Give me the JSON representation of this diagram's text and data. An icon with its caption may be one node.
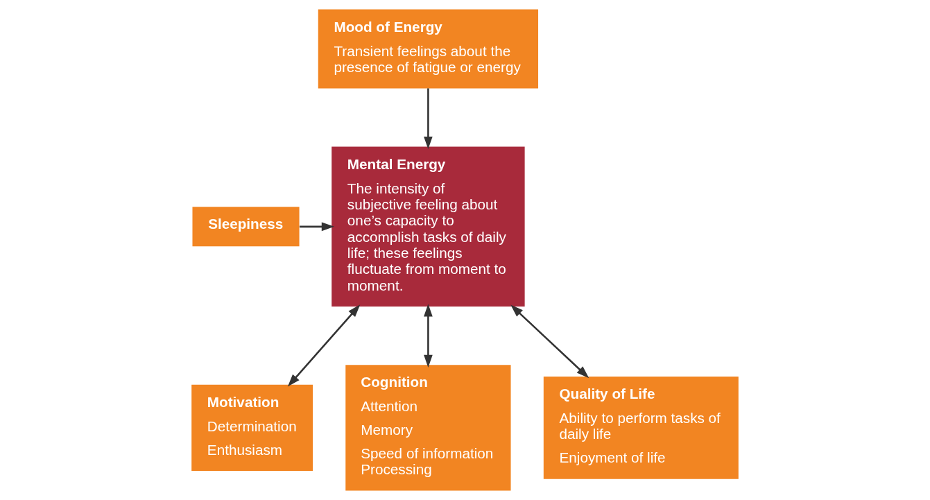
{
  "diagram": {
    "nodes": [
      {
        "text": [
          "Mental Energy",
          "The intensity of subjective feeling about one’s capacity to accomplish tasks of daily life; these feelings fluctuate from moment to moment."
        ]
      },
      {
        "text": [
          "Sleepiness"
        ]
      },
      {
        "text": [
          "Motivation",
          "Determination",
          "Enthusiasm"
        ]
      },
      {
        "text": [
          "Cognition",
          "Attention",
          "Memory",
          "Speed of information Processing"
        ]
      },
      {
        "text": [
          "Quality of Life",
          "Ability to perform tasks of daily life",
          "Enjoyment of life"
        ]
      },
      {
        "text": [
          "Mood of Energy",
          "Transient feelings about the presence of fatigue or energy"
        ]
      }
    ],
    "edges": [
      {
        "from": 0,
        "to": 2,
        "arrow": "both"
      },
      {
        "from": 0,
        "to": 3,
        "arrow": "both"
      },
      {
        "from": 0,
        "to": 4,
        "arrow": "both"
      },
      {
        "from": 1,
        "to": 0,
        "arrow": "to"
      },
      {
        "from": 5,
        "to": 0,
        "arrow": "to"
      }
    ]
  }
}
